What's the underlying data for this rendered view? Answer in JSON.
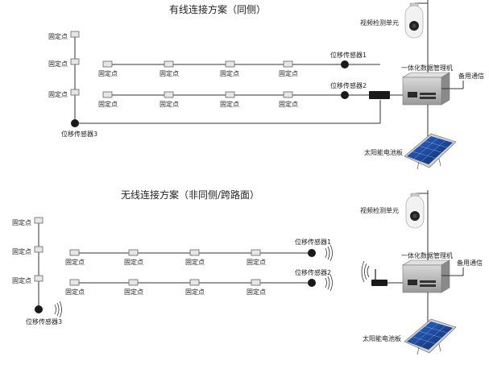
{
  "wired": {
    "title": "有线连接方案（同侧）",
    "fixed_point": "固定点",
    "sensor1": "位移传感器1",
    "sensor2": "位移传感器2",
    "sensor3": "位移传感器3",
    "camera": "视频检测单元",
    "manager": "一体化数据管理机",
    "backup": "备用通信",
    "solar": "太阳能电池板"
  },
  "wireless": {
    "title": "无线连接方案（非同侧/跨路面）",
    "fixed_point": "固定点",
    "sensor1": "位移传感器1",
    "sensor2": "位移传感器2",
    "sensor3": "位移传感器3",
    "camera": "视频检测单元",
    "manager": "一体化数据管理机",
    "backup": "备用通信",
    "solar": "太阳能电池板"
  },
  "colors": {
    "line": "#333333",
    "fixed_fill": "#e6e6e6",
    "fixed_stroke": "#666666",
    "sensor": "#1a1a1a",
    "solar_cell": "#1f4aa0"
  }
}
